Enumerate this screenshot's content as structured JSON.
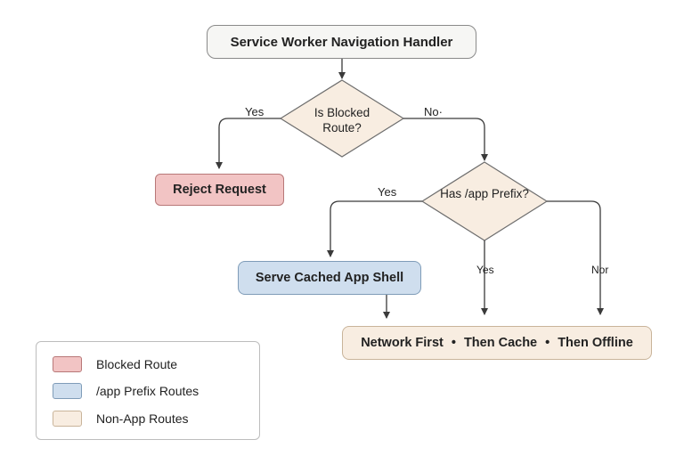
{
  "title_node": {
    "label": "Service Worker Navigation Handler"
  },
  "decision_blocked": {
    "label": "Is Blocked Route?"
  },
  "decision_app_prefix": {
    "label": "Has /app Prefix?"
  },
  "reject_node": {
    "label": "Reject Request"
  },
  "shell_node": {
    "label": "Serve Cached App Shell"
  },
  "network_node": {
    "part1": "Network First",
    "separator": "•",
    "part2": "Then Cache",
    "part3": "Then Offline"
  },
  "edge_labels": {
    "blocked_yes": "Yes",
    "blocked_no": "No·",
    "prefix_yes_left": "Yes",
    "prefix_yes_down": "Yes",
    "prefix_right": "Nor"
  },
  "legend": [
    {
      "label": "Blocked Route",
      "fill": "#f2c4c4",
      "border": "#b87878"
    },
    {
      "label": "/app Prefix Routes",
      "fill": "#cfdeee",
      "border": "#7f9cb8"
    },
    {
      "label": "Non-App Routes",
      "fill": "#f8ede1",
      "border": "#c9b49a"
    }
  ],
  "colors": {
    "decision_fill": "#f8ede1",
    "decision_border": "#6e6e6e",
    "connector": "#3a3a3a"
  }
}
